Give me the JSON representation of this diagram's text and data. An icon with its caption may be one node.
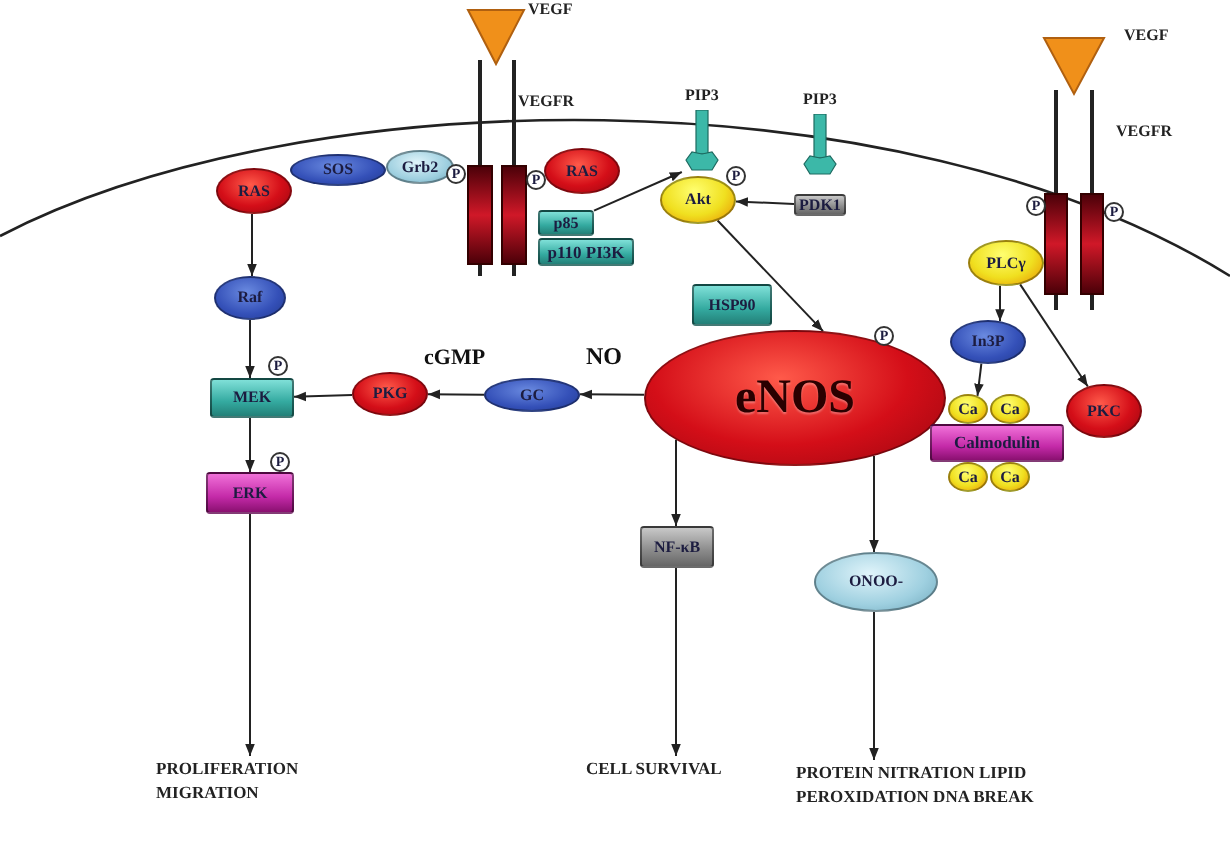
{
  "diagram": {
    "nodes": [
      {
        "text": [
          "RAS"
        ]
      },
      {
        "text": [
          "SOS"
        ]
      },
      {
        "text": [
          "Grb2"
        ]
      },
      {
        "text": [
          "RAS"
        ]
      },
      {
        "text": [
          "p85"
        ]
      },
      {
        "text": [
          "p110 PI3K"
        ]
      },
      {
        "text": [
          "PIP3"
        ]
      },
      {
        "text": [
          "Akt"
        ]
      },
      {
        "text": [
          "PIP3"
        ]
      },
      {
        "text": [
          "PDK1"
        ]
      },
      {
        "text": [
          "HSP90"
        ]
      },
      {
        "text": [
          "eNOS"
        ]
      },
      {
        "text": [
          "PLCγ"
        ]
      },
      {
        "text": [
          "In3P"
        ]
      },
      {
        "text": [
          "Ca"
        ]
      },
      {
        "text": [
          "Ca"
        ]
      },
      {
        "text": [
          "Calmodulin"
        ]
      },
      {
        "text": [
          "Ca"
        ]
      },
      {
        "text": [
          "Ca"
        ]
      },
      {
        "text": [
          "PKC"
        ]
      },
      {
        "text": [
          "Raf"
        ]
      },
      {
        "text": [
          "MEK"
        ]
      },
      {
        "text": [
          "PKG"
        ]
      },
      {
        "text": [
          "GC"
        ]
      },
      {
        "text": [
          "ERK"
        ]
      },
      {
        "text": [
          "NF-κB"
        ]
      },
      {
        "text": [
          "ONOO-"
        ]
      },
      {
        "text": [
          "PROLIFERATION MIGRATION"
        ]
      },
      {
        "text": [
          "CELL SURVIVAL"
        ]
      },
      {
        "text": [
          "PROTEIN NITRATION LIPID PEROXIDATION DNA BREAK"
        ]
      }
    ],
    "edges": [
      {
        "from": 0,
        "to": 20,
        "arrow": "to"
      },
      {
        "from": 20,
        "to": 21,
        "arrow": "to"
      },
      {
        "from": 21,
        "to": 24,
        "arrow": "to"
      },
      {
        "from": 24,
        "to": 27,
        "arrow": "to"
      },
      {
        "from": 4,
        "to": 6,
        "arrow": "to"
      },
      {
        "from": 9,
        "to": 7,
        "arrow": "to"
      },
      {
        "from": 7,
        "to": 11,
        "arrow": "to"
      },
      {
        "from": 11,
        "to": 23,
        "arrow": "to",
        "label": "NO"
      },
      {
        "from": 23,
        "to": 22,
        "arrow": "to",
        "label": "cGMP"
      },
      {
        "from": 22,
        "to": 21,
        "arrow": "to"
      },
      {
        "from": 11,
        "to": 25,
        "arrow": "to"
      },
      {
        "from": 25,
        "to": 28,
        "arrow": "to"
      },
      {
        "from": 11,
        "to": 26,
        "arrow": "to"
      },
      {
        "from": 26,
        "to": 29,
        "arrow": "to"
      },
      {
        "from": 12,
        "to": 13,
        "arrow": "to"
      },
      {
        "from": 12,
        "to": 19,
        "arrow": "to"
      },
      {
        "from": 13,
        "to": 14,
        "arrow": "to"
      }
    ],
    "labels": [
      "VEGF",
      "VEGF",
      "VEGFR",
      "VEGFR",
      "P",
      "P",
      "P",
      "P",
      "P",
      "P",
      "P",
      "P"
    ]
  }
}
